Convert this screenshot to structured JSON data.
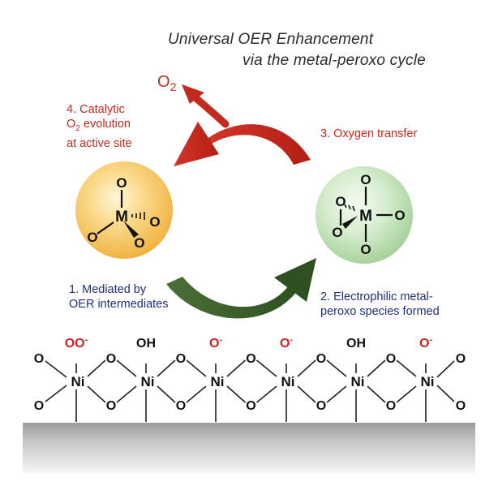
{
  "title": {
    "line1": "Universal OER Enhancement",
    "line2": "via the metal-peroxo cycle"
  },
  "product": {
    "label_main": "O",
    "label_sub": "2"
  },
  "steps": {
    "step4": {
      "line1": "4. Catalytic",
      "line2_main": "O",
      "line2_sub": "2",
      "line2_rest": " evolution",
      "line3": "at active site"
    },
    "step3": {
      "line1": "3. Oxygen transfer"
    },
    "step1": {
      "line1": "1. Mediated by",
      "line2": "OER intermediates"
    },
    "step2": {
      "line1": "2. Electrophilic metal-",
      "line2": "peroxo species formed"
    }
  },
  "left_complex": {
    "center": "M",
    "ligands": [
      "O",
      "O",
      "O",
      "O"
    ]
  },
  "right_complex": {
    "center": "M",
    "ligands": [
      "O",
      "O",
      "O",
      "O",
      "O"
    ]
  },
  "surface": {
    "metal": "Ni",
    "bridge": "O",
    "top_groups": [
      "OO-",
      "OH",
      "O-",
      "O-",
      "OH",
      "O-"
    ],
    "groups": [
      {
        "main": "OO",
        "sup": "-",
        "color": "#d01f1f"
      },
      {
        "main": "OH",
        "sup": "",
        "color": "#111111"
      },
      {
        "main": "O",
        "sup": "-",
        "color": "#d01f1f"
      },
      {
        "main": "O",
        "sup": "-",
        "color": "#d01f1f"
      },
      {
        "main": "OH",
        "sup": "",
        "color": "#111111"
      },
      {
        "main": "O",
        "sup": "-",
        "color": "#d01f1f"
      }
    ]
  },
  "colors": {
    "red_arrow": "#c22a1e",
    "green_arrow": "#3b5f2a",
    "red_text": "#c5291c",
    "blue_text": "#1f2f7a",
    "left_sphere": "#f5c255",
    "right_sphere": "#bfe0b5"
  }
}
